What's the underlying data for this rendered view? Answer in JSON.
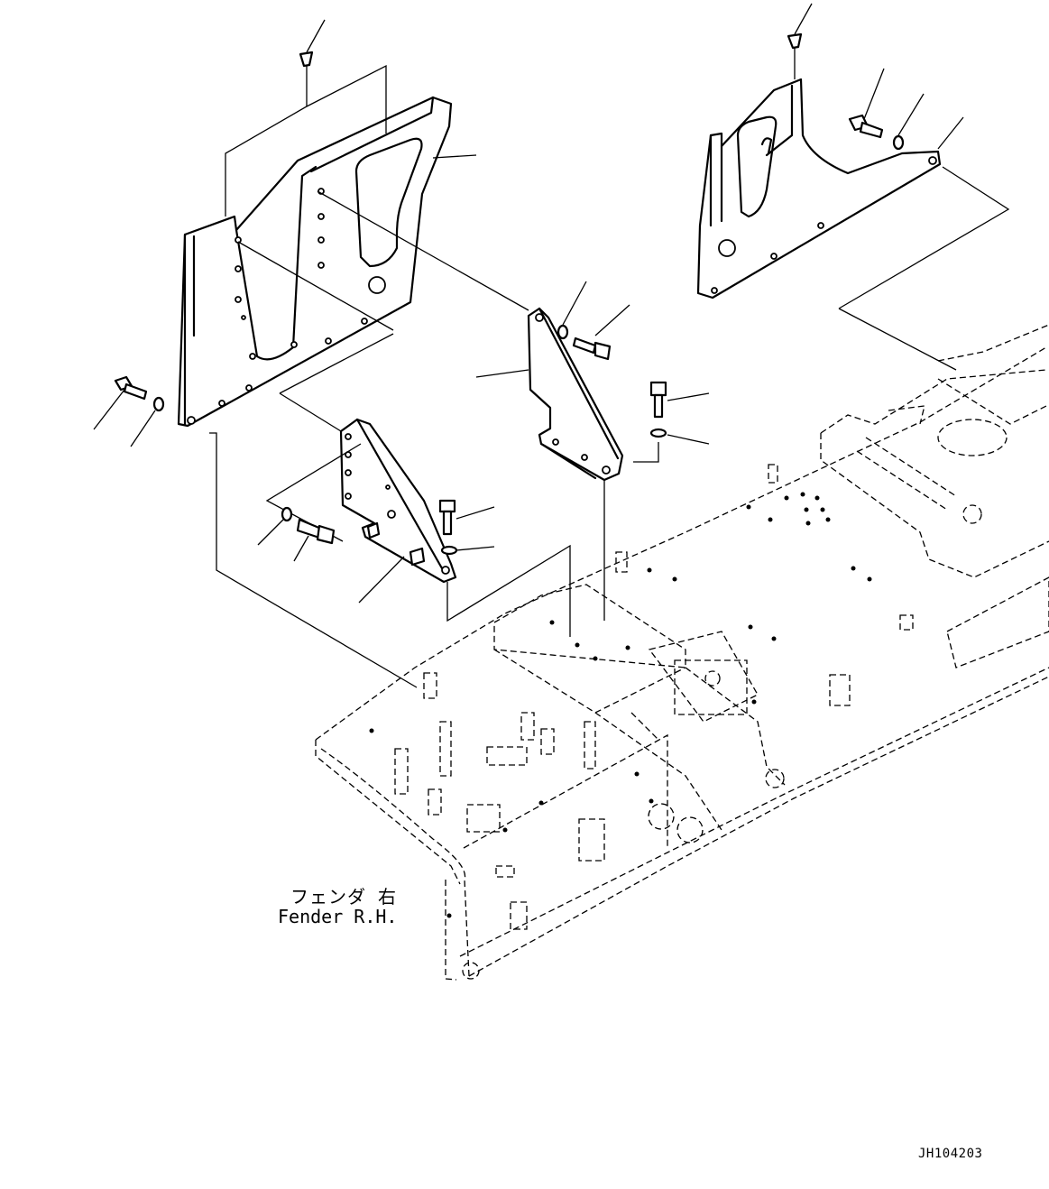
{
  "labels": {
    "fender_jp": "フェンダ 右",
    "fender_en": "Fender R.H.",
    "drawing_code": "JH104203"
  },
  "parts": [
    {
      "name": "upper-left-bracket"
    },
    {
      "name": "upper-right-bracket"
    },
    {
      "name": "middle-right-bracket"
    },
    {
      "name": "lower-bracket"
    },
    {
      "name": "fender-frame"
    }
  ]
}
